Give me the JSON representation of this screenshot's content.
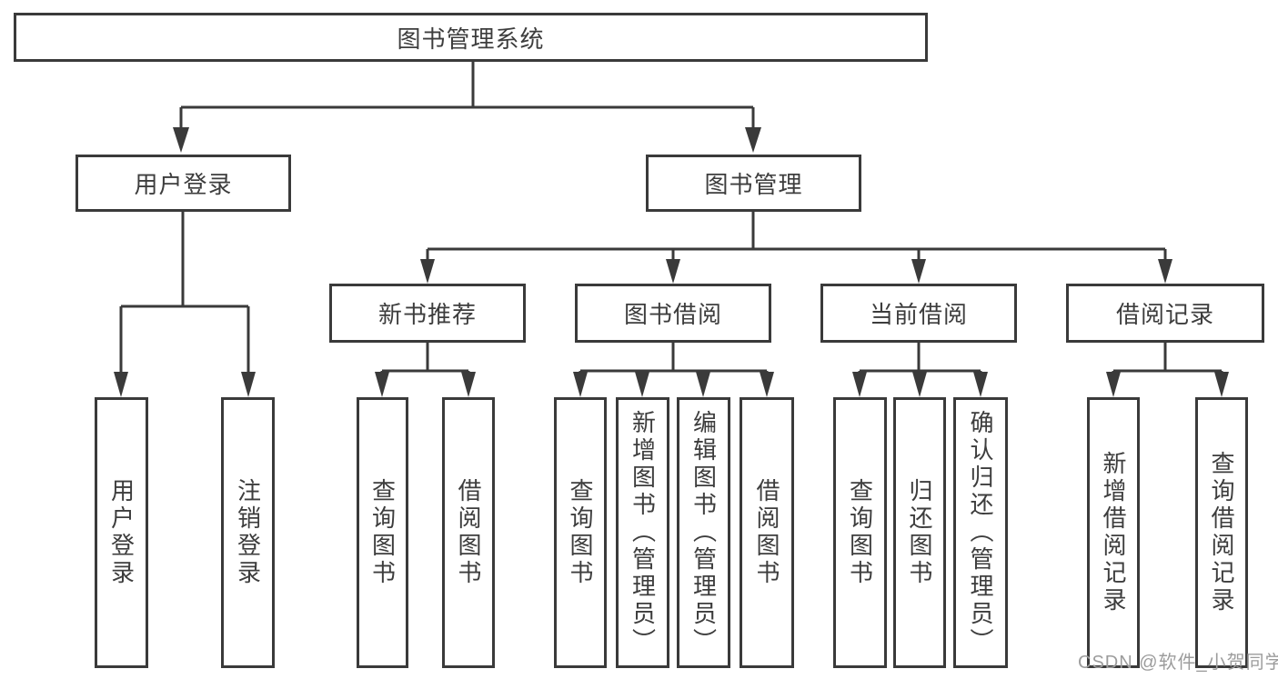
{
  "root": {
    "label": "图书管理系统"
  },
  "level2": {
    "user_login": {
      "label": "用户登录"
    },
    "book_mgmt": {
      "label": "图书管理"
    }
  },
  "level3": {
    "new_book": {
      "label": "新书推荐"
    },
    "book_borrow": {
      "label": "图书借阅"
    },
    "current_borrow": {
      "label": "当前借阅"
    },
    "borrow_record": {
      "label": "借阅记录"
    }
  },
  "leaves": {
    "user_login_1": "用户登录",
    "user_login_2": "注销登录",
    "new_book_1": "查询图书",
    "new_book_2": "借阅图书",
    "book_borrow_1": "查询图书",
    "book_borrow_2": "新增图书（管理员）",
    "book_borrow_3": "编辑图书（管理员）",
    "book_borrow_4": "借阅图书",
    "current_borrow_1": "查询图书",
    "current_borrow_2": "归还图书",
    "current_borrow_3": "确认归还（管理员）",
    "borrow_record_1": "新增借阅记录",
    "borrow_record_2": "查询借阅记录"
  },
  "watermark": "CSDN @软件_小贺同学",
  "colors": {
    "line": "#3a3a3a",
    "text": "#3d3d3d",
    "background": "#ffffff",
    "watermark": "#9c9c9c"
  }
}
